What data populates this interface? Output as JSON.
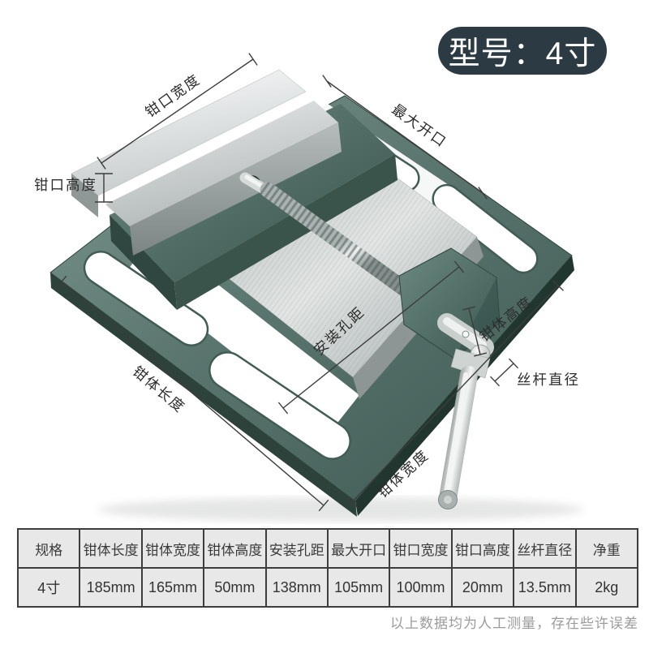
{
  "badge": {
    "label": "型号：4寸",
    "bg_color": "#2b3a43",
    "text_color": "#ffffff"
  },
  "product": {
    "kind": "drill-press-vise-photo",
    "body_color": "#55716a",
    "steel_color": "#cdd2d1",
    "annotations": [
      {
        "id": "jaw-width",
        "label": "钳口宽度"
      },
      {
        "id": "max-opening",
        "label": "最大开口"
      },
      {
        "id": "jaw-height",
        "label": "钳口高度"
      },
      {
        "id": "mount-hole-dist",
        "label": "安装孔距"
      },
      {
        "id": "body-length",
        "label": "钳体长度"
      },
      {
        "id": "body-height",
        "label": "钳体高度"
      },
      {
        "id": "screw-diameter",
        "label": "丝杆直径"
      },
      {
        "id": "body-width",
        "label": "钳体宽度"
      }
    ]
  },
  "spec_table": {
    "headers": [
      "规格",
      "钳体长度",
      "钳体宽度",
      "钳体高度",
      "安装孔距",
      "最大开口",
      "钳口宽度",
      "钳口高度",
      "丝杆直径",
      "净重"
    ],
    "rows": [
      [
        "4寸",
        "185mm",
        "165mm",
        "50mm",
        "138mm",
        "105mm",
        "100mm",
        "20mm",
        "13.5mm",
        "2kg"
      ]
    ]
  },
  "footnote": "以上数据均为人工测量，存在些许误差"
}
